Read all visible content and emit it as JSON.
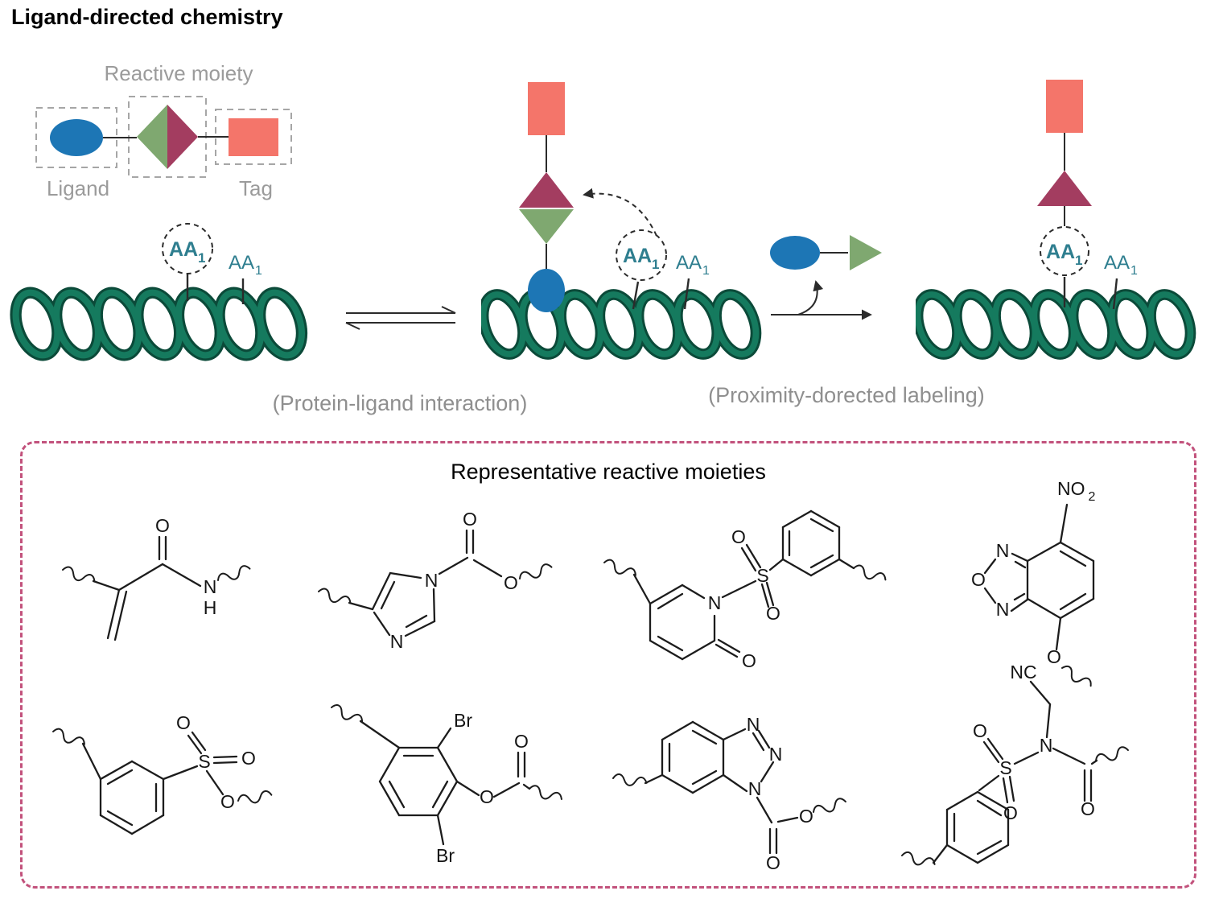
{
  "title": "Ligand-directed chemistry",
  "legend": {
    "reactive_moiety": "Reactive moiety",
    "ligand": "Ligand",
    "tag": "Tag"
  },
  "aa": {
    "base": "AA",
    "sub": "1"
  },
  "captions": {
    "step1": "(Protein-ligand interaction)",
    "step2": "(Proximity-dorected labeling)"
  },
  "panel": {
    "title": "Representative reactive moieties",
    "structures": [
      {
        "name": "acrylamide",
        "atoms": [
          "O",
          "N",
          "H"
        ]
      },
      {
        "name": "imidazole-1-carboxylate",
        "atoms": [
          "N",
          "N",
          "O",
          "O"
        ]
      },
      {
        "name": "N-sulfonyl-2-pyridone",
        "atoms": [
          "N",
          "S",
          "O",
          "O",
          "O"
        ]
      },
      {
        "name": "nitrobenzofurazan-ether",
        "atoms": [
          "N",
          "O",
          "N",
          "O"
        ],
        "no2": {
          "base": "NO",
          "sub": "2"
        }
      },
      {
        "name": "aryl-sulfonate-ester",
        "atoms": [
          "O",
          "S",
          "O",
          "O"
        ]
      },
      {
        "name": "2,6-dibromophenyl-ester",
        "atoms": [
          "Br",
          "Br",
          "O",
          "O"
        ]
      },
      {
        "name": "benzotriazole-1-carboxylate",
        "atoms": [
          "N",
          "N",
          "N",
          "O",
          "O"
        ]
      },
      {
        "name": "N-cyanomethyl-N-acyl-sulfonamide",
        "atoms": [
          "NC",
          "O",
          "S",
          "O",
          "N",
          "O"
        ]
      }
    ]
  },
  "colors": {
    "ligand_blue": "#1d76b5",
    "tag_salmon": "#f4756a",
    "moiety_green": "#7fa870",
    "moiety_maroon": "#a33d60",
    "helix_green": "#157a5e",
    "helix_edge": "#0b4a39",
    "aa_teal": "#2e7e8f",
    "caption_gray": "#8f8f8f",
    "panel_border": "#c2527c"
  }
}
